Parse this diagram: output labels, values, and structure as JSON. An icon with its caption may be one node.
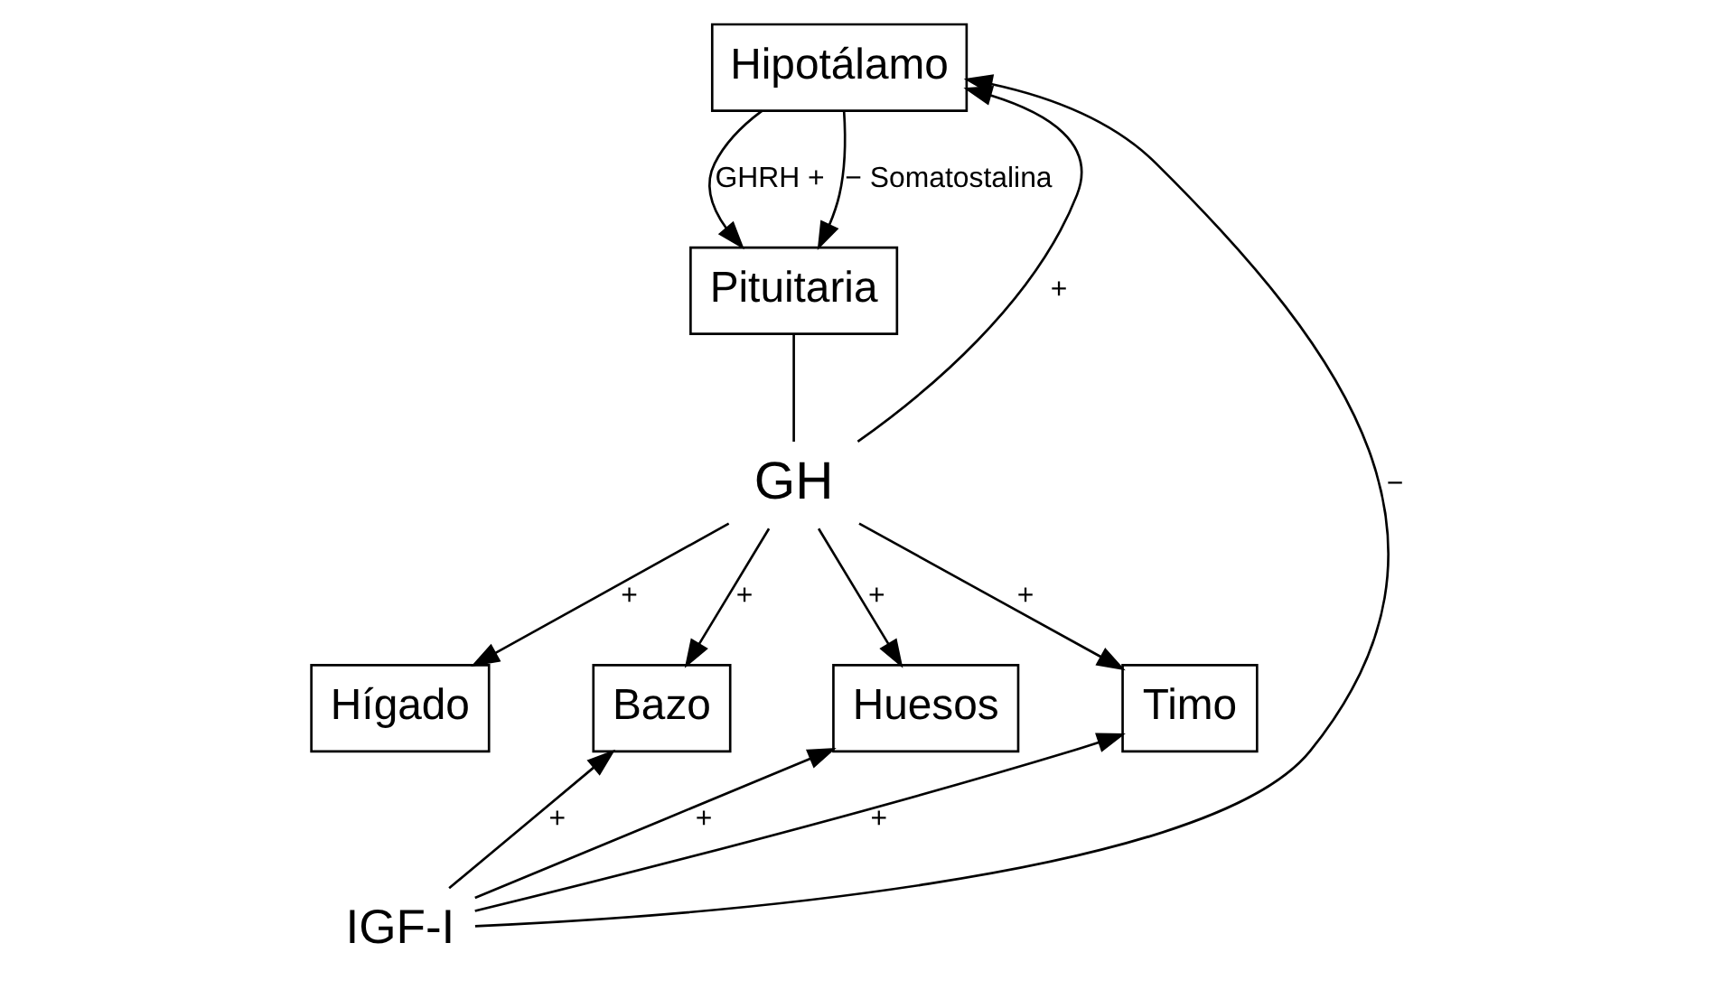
{
  "diagram": {
    "nodes": [
      {
        "text": [
          "Hipotálamo"
        ]
      },
      {
        "text": [
          "Pituitaria"
        ]
      },
      {
        "text": [
          "GH"
        ]
      },
      {
        "text": [
          "Hígado"
        ]
      },
      {
        "text": [
          "Bazo"
        ]
      },
      {
        "text": [
          "Huesos"
        ]
      },
      {
        "text": [
          "Timo"
        ]
      },
      {
        "text": [
          "IGF-I"
        ]
      }
    ],
    "edges": [
      {
        "from": 7,
        "to": 0,
        "arrow": "to",
        "label": "−"
      },
      {
        "from": 2,
        "to": 0,
        "arrow": "to",
        "label": "+"
      },
      {
        "from": 0,
        "to": 1,
        "arrow": "to",
        "label": "GHRH +"
      },
      {
        "from": 0,
        "to": 1,
        "arrow": "to",
        "label": "− Somatostalina"
      },
      {
        "from": 1,
        "to": 2,
        "arrow": "none"
      },
      {
        "from": 2,
        "to": 3,
        "arrow": "to",
        "label": "+"
      },
      {
        "from": 2,
        "to": 4,
        "arrow": "to",
        "label": "+"
      },
      {
        "from": 2,
        "to": 5,
        "arrow": "to",
        "label": "+"
      },
      {
        "from": 2,
        "to": 6,
        "arrow": "to",
        "label": "+"
      },
      {
        "from": 7,
        "to": 4,
        "arrow": "to",
        "label": "+"
      },
      {
        "from": 7,
        "to": 5,
        "arrow": "to",
        "label": "+"
      },
      {
        "from": 7,
        "to": 6,
        "arrow": "to",
        "label": "+"
      }
    ]
  }
}
